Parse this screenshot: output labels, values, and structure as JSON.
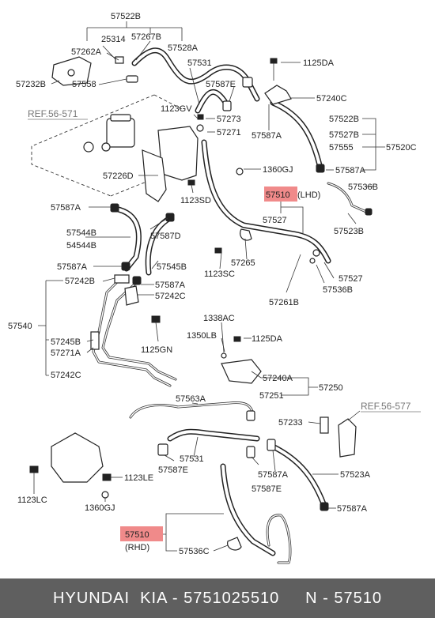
{
  "labels": {
    "p57522B_top": "57522B",
    "p25314": "25314",
    "p57267B": "57267B",
    "p57262A": "57262A",
    "p57528A": "57528A",
    "p57531_top": "57531",
    "p1125DA_top": "1125DA",
    "p57232B": "57232B",
    "p57558": "57558",
    "p57587E_top": "57587E",
    "p57240C": "57240C",
    "p1123GV": "1123GV",
    "p57273": "57273",
    "p57271": "57271",
    "p57587A_r1": "57587A",
    "p57522B_r": "57522B",
    "p57527B": "57527B",
    "p57555": "57555",
    "p57520C": "57520C",
    "p57587A_r2": "57587A",
    "p57226D": "57226D",
    "p1360GJ_top": "1360GJ",
    "p1123SD": "1123SD",
    "p57536B_top": "57536B",
    "p57510_lhd": "57510",
    "lhd_tag": "(LHD)",
    "p57523B": "57523B",
    "p57587A_l1": "57587A",
    "p57527_mid": "57527",
    "p57544B": "57544B",
    "p54544B": "54544B",
    "p57587D": "57587D",
    "p57265": "57265",
    "p57587A_l2": "57587A",
    "p57545B": "57545B",
    "p1123SC": "1123SC",
    "p57527_r": "57527",
    "p57242B": "57242B",
    "p57587A_l3": "57587A",
    "p57536B_mid": "57536B",
    "p57242C_top": "57242C",
    "p57261B": "57261B",
    "p57540": "57540",
    "p1338AC": "1338AC",
    "p1350LB": "1350LB",
    "p1125DA_mid": "1125DA",
    "p57245B": "57245B",
    "p57271A": "57271A",
    "p1125GN": "1125GN",
    "p57242C_bot": "57242C",
    "p57240A": "57240A",
    "p57250": "57250",
    "p57251": "57251",
    "p57563A": "57563A",
    "p57233": "57233",
    "p57531_bot": "57531",
    "p57587E_bot1": "57587E",
    "p57587A_b1": "57587A",
    "p57523A": "57523A",
    "p1123LE": "1123LE",
    "p57587E_bot2": "57587E",
    "p1123LC": "1123LC",
    "p1360GJ_bot": "1360GJ",
    "p57587A_b2": "57587A",
    "p57510_rhd": "57510",
    "rhd_tag": "(RHD)",
    "p57536C": "57536C"
  },
  "refs": {
    "ref_56_571": "REF.56-571",
    "ref_56_577": "REF.56-577"
  },
  "footer": {
    "brand": "HYUNDAI  KIA - 5751025510",
    "code": "N - 57510"
  },
  "colors": {
    "highlight": "#f08a8a",
    "footer_bg": "#5f5f5f",
    "ref_text": "#777777"
  }
}
